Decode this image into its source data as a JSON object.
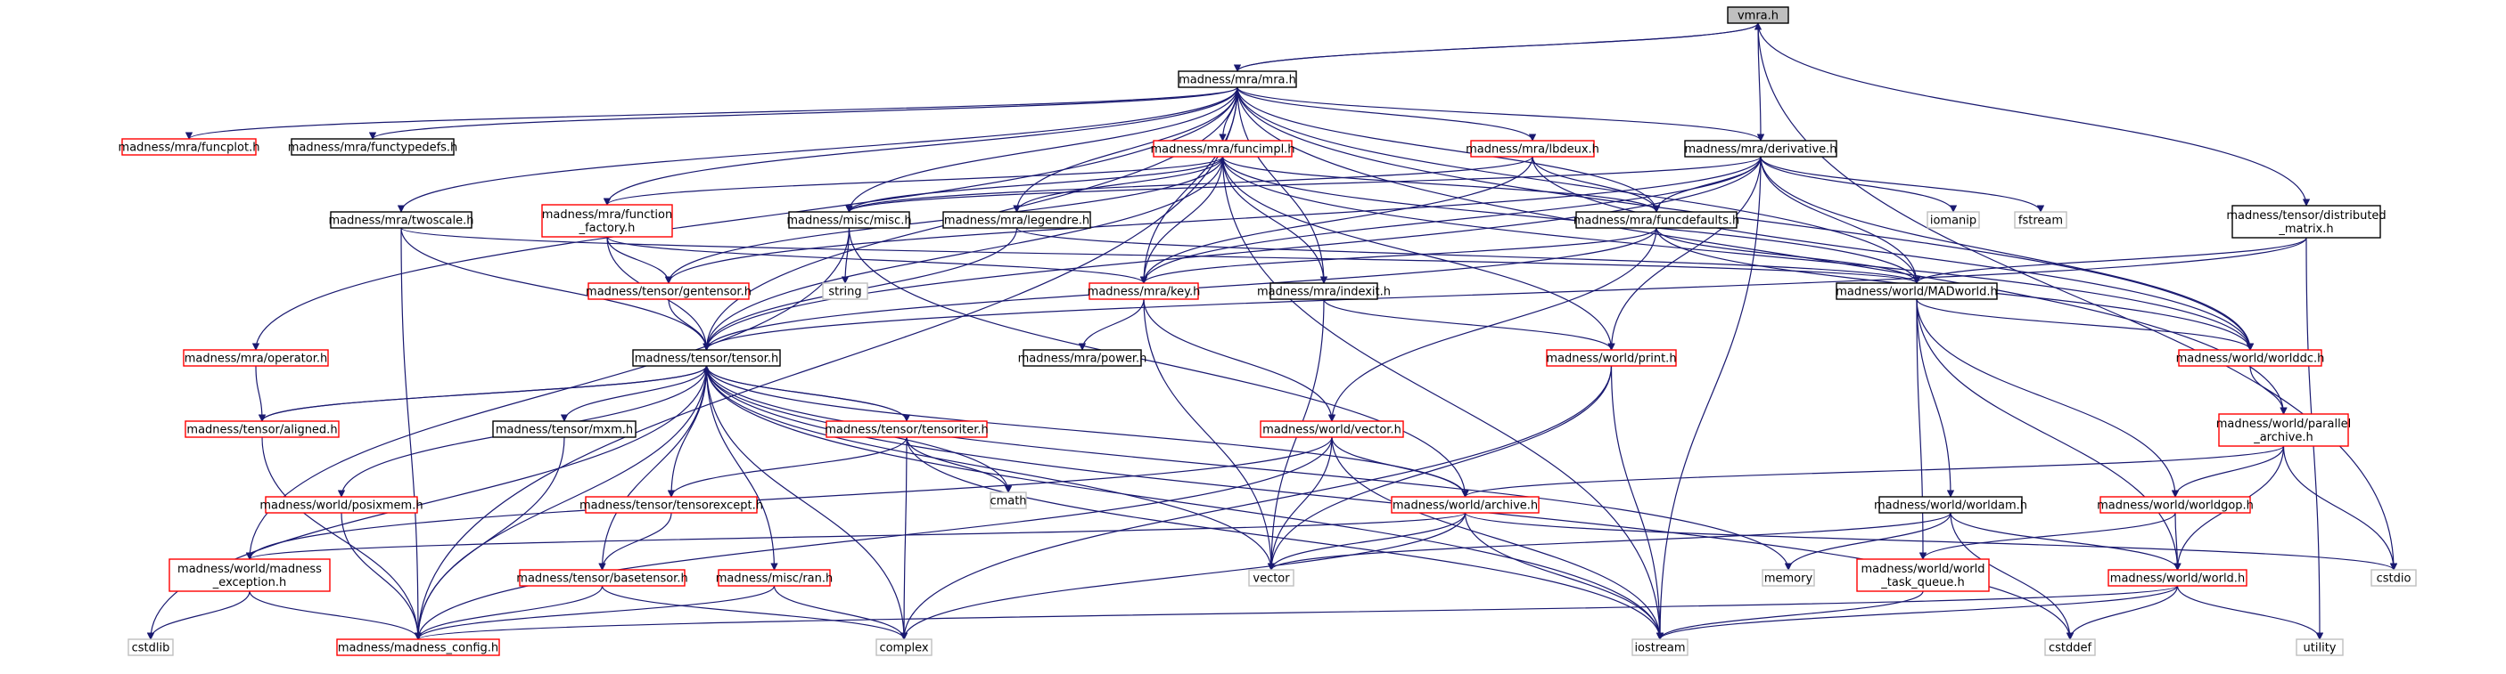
{
  "colors": {
    "edge": "#191970",
    "border_documented": "#000000",
    "border_undocumented": "#ff0000",
    "border_external": "#bfbfbf",
    "root_fill": "#bfbfbf",
    "node_fill": "#ffffff"
  },
  "nodes": [
    {
      "id": "root",
      "label": "vmra.h",
      "kind": "root"
    },
    {
      "id": "mra",
      "label": "madness/mra/mra.h",
      "kind": "documented"
    },
    {
      "id": "funcplot",
      "label": "madness/mra/funcplot.h",
      "kind": "undocumented"
    },
    {
      "id": "functypedefs",
      "label": "madness/mra/functypedefs.h",
      "kind": "documented"
    },
    {
      "id": "funcimpl",
      "label": "madness/mra/funcimpl.h",
      "kind": "undocumented"
    },
    {
      "id": "lbdeux",
      "label": "madness/mra/lbdeux.h",
      "kind": "undocumented"
    },
    {
      "id": "derivative",
      "label": "madness/mra/derivative.h",
      "kind": "documented"
    },
    {
      "id": "distmatrix",
      "label": [
        "madness/tensor/distributed",
        "_matrix.h"
      ],
      "kind": "documented"
    },
    {
      "id": "twoscale",
      "label": "madness/mra/twoscale.h",
      "kind": "documented"
    },
    {
      "id": "funcfactory",
      "label": [
        "madness/mra/function",
        "_factory.h"
      ],
      "kind": "undocumented"
    },
    {
      "id": "miscmisc",
      "label": "madness/misc/misc.h",
      "kind": "documented"
    },
    {
      "id": "legendre",
      "label": "madness/mra/legendre.h",
      "kind": "documented"
    },
    {
      "id": "funcdefaults",
      "label": "madness/mra/funcdefaults.h",
      "kind": "documented"
    },
    {
      "id": "iomanip",
      "label": "iomanip",
      "kind": "external"
    },
    {
      "id": "fstream",
      "label": "fstream",
      "kind": "external"
    },
    {
      "id": "gentensor",
      "label": "madness/tensor/gentensor.h",
      "kind": "undocumented"
    },
    {
      "id": "string",
      "label": "string",
      "kind": "external"
    },
    {
      "id": "key",
      "label": "madness/mra/key.h",
      "kind": "undocumented"
    },
    {
      "id": "indexit",
      "label": "madness/mra/indexit.h",
      "kind": "documented"
    },
    {
      "id": "madworld",
      "label": "madness/world/MADworld.h",
      "kind": "documented"
    },
    {
      "id": "operator",
      "label": "madness/mra/operator.h",
      "kind": "undocumented"
    },
    {
      "id": "tensor",
      "label": "madness/tensor/tensor.h",
      "kind": "documented"
    },
    {
      "id": "power",
      "label": "madness/mra/power.h",
      "kind": "documented"
    },
    {
      "id": "print",
      "label": "madness/world/print.h",
      "kind": "undocumented"
    },
    {
      "id": "worlddc",
      "label": "madness/world/worlddc.h",
      "kind": "undocumented"
    },
    {
      "id": "aligned",
      "label": "madness/tensor/aligned.h",
      "kind": "undocumented"
    },
    {
      "id": "mxm",
      "label": "madness/tensor/mxm.h",
      "kind": "documented"
    },
    {
      "id": "tensoriter",
      "label": "madness/tensor/tensoriter.h",
      "kind": "undocumented"
    },
    {
      "id": "vectorh",
      "label": "madness/world/vector.h",
      "kind": "undocumented"
    },
    {
      "id": "pararchive",
      "label": [
        "madness/world/parallel",
        "_archive.h"
      ],
      "kind": "undocumented"
    },
    {
      "id": "cmath",
      "label": "cmath",
      "kind": "external"
    },
    {
      "id": "posixmem",
      "label": "madness/world/posixmem.h",
      "kind": "undocumented"
    },
    {
      "id": "tensorexcept",
      "label": "madness/tensor/tensorexcept.h",
      "kind": "undocumented"
    },
    {
      "id": "archive",
      "label": "madness/world/archive.h",
      "kind": "undocumented"
    },
    {
      "id": "worldam",
      "label": "madness/world/worldam.h",
      "kind": "documented"
    },
    {
      "id": "worldgop",
      "label": "madness/world/worldgop.h",
      "kind": "undocumented"
    },
    {
      "id": "madexception",
      "label": [
        "madness/world/madness",
        "_exception.h"
      ],
      "kind": "undocumented"
    },
    {
      "id": "basetensor",
      "label": "madness/tensor/basetensor.h",
      "kind": "undocumented"
    },
    {
      "id": "ran",
      "label": "madness/misc/ran.h",
      "kind": "undocumented"
    },
    {
      "id": "vector",
      "label": "vector",
      "kind": "external"
    },
    {
      "id": "memory",
      "label": "memory",
      "kind": "external"
    },
    {
      "id": "taskqueue",
      "label": [
        "madness/world/world",
        "_task_queue.h"
      ],
      "kind": "undocumented"
    },
    {
      "id": "world",
      "label": "madness/world/world.h",
      "kind": "undocumented"
    },
    {
      "id": "cstdio",
      "label": "cstdio",
      "kind": "external"
    },
    {
      "id": "cstdlib",
      "label": "cstdlib",
      "kind": "external"
    },
    {
      "id": "madconfig",
      "label": "madness/madness_config.h",
      "kind": "undocumented"
    },
    {
      "id": "complex",
      "label": "complex",
      "kind": "external"
    },
    {
      "id": "iostream",
      "label": "iostream",
      "kind": "external"
    },
    {
      "id": "cstddef",
      "label": "cstddef",
      "kind": "external"
    },
    {
      "id": "utility",
      "label": "utility",
      "kind": "external"
    }
  ],
  "edges": [
    [
      "root",
      "mra"
    ],
    [
      "root",
      "derivative"
    ],
    [
      "root",
      "distmatrix"
    ],
    [
      "root",
      "cstdio"
    ],
    [
      "mra",
      "root"
    ],
    [
      "mra",
      "funcplot"
    ],
    [
      "mra",
      "functypedefs"
    ],
    [
      "mra",
      "funcimpl"
    ],
    [
      "mra",
      "lbdeux"
    ],
    [
      "mra",
      "derivative"
    ],
    [
      "mra",
      "twoscale"
    ],
    [
      "mra",
      "funcfactory"
    ],
    [
      "mra",
      "miscmisc"
    ],
    [
      "mra",
      "legendre"
    ],
    [
      "mra",
      "funcdefaults"
    ],
    [
      "mra",
      "key"
    ],
    [
      "mra",
      "indexit"
    ],
    [
      "mra",
      "madworld"
    ],
    [
      "mra",
      "operator"
    ],
    [
      "mra",
      "tensor"
    ],
    [
      "mra",
      "worlddc"
    ],
    [
      "mra",
      "madconfig"
    ],
    [
      "mra",
      "pararchive"
    ],
    [
      "funcimpl",
      "funcfactory"
    ],
    [
      "funcimpl",
      "miscmisc"
    ],
    [
      "funcimpl",
      "legendre"
    ],
    [
      "funcimpl",
      "funcdefaults"
    ],
    [
      "funcimpl",
      "gentensor"
    ],
    [
      "funcimpl",
      "key"
    ],
    [
      "funcimpl",
      "indexit"
    ],
    [
      "funcimpl",
      "madworld"
    ],
    [
      "funcimpl",
      "tensor"
    ],
    [
      "funcimpl",
      "print"
    ],
    [
      "funcimpl",
      "worlddc"
    ],
    [
      "funcimpl",
      "iostream"
    ],
    [
      "lbdeux",
      "funcdefaults"
    ],
    [
      "lbdeux",
      "key"
    ],
    [
      "lbdeux",
      "miscmisc"
    ],
    [
      "lbdeux",
      "worlddc"
    ],
    [
      "derivative",
      "funcdefaults"
    ],
    [
      "derivative",
      "key"
    ],
    [
      "derivative",
      "madworld"
    ],
    [
      "derivative",
      "iomanip"
    ],
    [
      "derivative",
      "fstream"
    ],
    [
      "derivative",
      "gentensor"
    ],
    [
      "derivative",
      "tensor"
    ],
    [
      "derivative",
      "print"
    ],
    [
      "derivative",
      "worlddc"
    ],
    [
      "derivative",
      "iostream"
    ],
    [
      "derivative",
      "miscmisc"
    ],
    [
      "distmatrix",
      "madworld"
    ],
    [
      "distmatrix",
      "tensor"
    ],
    [
      "distmatrix",
      "utility"
    ],
    [
      "twoscale",
      "tensor"
    ],
    [
      "twoscale",
      "madworld"
    ],
    [
      "twoscale",
      "madconfig"
    ],
    [
      "funcfactory",
      "gentensor"
    ],
    [
      "funcfactory",
      "key"
    ],
    [
      "funcfactory",
      "tensor"
    ],
    [
      "miscmisc",
      "string"
    ],
    [
      "miscmisc",
      "madexception"
    ],
    [
      "miscmisc",
      "archive"
    ],
    [
      "legendre",
      "tensor"
    ],
    [
      "legendre",
      "madworld"
    ],
    [
      "funcdefaults",
      "madworld"
    ],
    [
      "funcdefaults",
      "key"
    ],
    [
      "funcdefaults",
      "tensor"
    ],
    [
      "funcdefaults",
      "vectorh"
    ],
    [
      "funcdefaults",
      "worlddc"
    ],
    [
      "gentensor",
      "tensor"
    ],
    [
      "key",
      "power"
    ],
    [
      "key",
      "vectorh"
    ],
    [
      "key",
      "vector"
    ],
    [
      "indexit",
      "vector"
    ],
    [
      "indexit",
      "print"
    ],
    [
      "madworld",
      "worlddc"
    ],
    [
      "madworld",
      "worldam"
    ],
    [
      "madworld",
      "worldgop"
    ],
    [
      "madworld",
      "taskqueue"
    ],
    [
      "madworld",
      "world"
    ],
    [
      "operator",
      "aligned"
    ],
    [
      "tensor",
      "aligned"
    ],
    [
      "tensor",
      "mxm"
    ],
    [
      "tensor",
      "tensoriter"
    ],
    [
      "tensor",
      "posixmem"
    ],
    [
      "tensor",
      "tensorexcept"
    ],
    [
      "tensor",
      "basetensor"
    ],
    [
      "tensor",
      "ran"
    ],
    [
      "tensor",
      "cmath"
    ],
    [
      "tensor",
      "complex"
    ],
    [
      "tensor",
      "vector"
    ],
    [
      "tensor",
      "cstdlib"
    ],
    [
      "tensor",
      "madconfig"
    ],
    [
      "tensor",
      "memory"
    ],
    [
      "tensor",
      "archive"
    ],
    [
      "tensor",
      "cstddef"
    ],
    [
      "tensor",
      "iostream"
    ],
    [
      "tensoriter",
      "tensor"
    ],
    [
      "tensoriter",
      "tensorexcept"
    ],
    [
      "tensoriter",
      "cmath"
    ],
    [
      "tensoriter",
      "complex"
    ],
    [
      "tensoriter",
      "iostream"
    ],
    [
      "aligned",
      "tensor"
    ],
    [
      "aligned",
      "madconfig"
    ],
    [
      "mxm",
      "madconfig"
    ],
    [
      "print",
      "vector"
    ],
    [
      "print",
      "iostream"
    ],
    [
      "print",
      "complex"
    ],
    [
      "worlddc",
      "pararchive"
    ],
    [
      "pararchive",
      "archive"
    ],
    [
      "pararchive",
      "worldgop"
    ],
    [
      "pararchive",
      "world"
    ],
    [
      "pararchive",
      "cstdio"
    ],
    [
      "vectorh",
      "vector"
    ],
    [
      "vectorh",
      "archive"
    ],
    [
      "vectorh",
      "iostream"
    ],
    [
      "vectorh",
      "madexception"
    ],
    [
      "vectorh",
      "madconfig"
    ],
    [
      "posixmem",
      "madconfig"
    ],
    [
      "tensorexcept",
      "basetensor"
    ],
    [
      "archive",
      "vector"
    ],
    [
      "archive",
      "complex"
    ],
    [
      "archive",
      "iostream"
    ],
    [
      "archive",
      "cstdio"
    ],
    [
      "archive",
      "madexception"
    ],
    [
      "worldam",
      "vector"
    ],
    [
      "worldam",
      "memory"
    ],
    [
      "worldam",
      "world"
    ],
    [
      "worldam",
      "cstddef"
    ],
    [
      "worldgop",
      "world"
    ],
    [
      "worldgop",
      "taskqueue"
    ],
    [
      "madexception",
      "cstdlib"
    ],
    [
      "madexception",
      "madconfig"
    ],
    [
      "basetensor",
      "madconfig"
    ],
    [
      "basetensor",
      "complex"
    ],
    [
      "ran",
      "madconfig"
    ],
    [
      "ran",
      "complex"
    ],
    [
      "taskqueue",
      "iostream"
    ],
    [
      "world",
      "utility"
    ],
    [
      "world",
      "cstddef"
    ],
    [
      "world",
      "iostream"
    ],
    [
      "world",
      "madconfig"
    ]
  ]
}
